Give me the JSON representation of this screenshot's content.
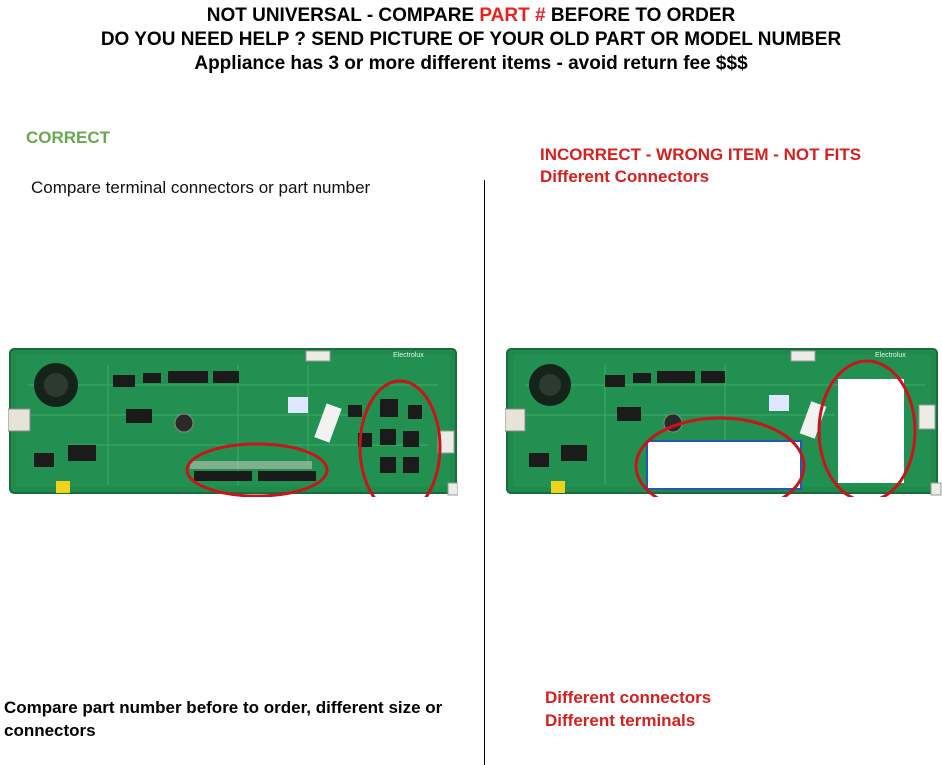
{
  "header": {
    "line1_pre": "NOT UNIVERSAL - COMPARE ",
    "line1_red": "PART #",
    "line1_post": " BEFORE TO ORDER",
    "line2": "DO YOU NEED HELP ? SEND PICTURE OF YOUR OLD PART OR MODEL NUMBER",
    "line3": "Appliance has 3 or more different items  - avoid return fee $$$"
  },
  "left": {
    "label": "CORRECT",
    "instruction": "Compare terminal connectors or part number",
    "bottom_note": "Compare part number before to order, different size or connectors"
  },
  "right": {
    "label_line1": "INCORRECT - WRONG ITEM - NOT FITS",
    "label_line2": "Different Connectors",
    "bottom_line1": "Different connectors",
    "bottom_line2": "Different terminals"
  },
  "board": {
    "brand": "Electrolux"
  },
  "colors": {
    "green_label": "#6aa84f",
    "red_label": "#d71f1f",
    "pcb_green": "#1f8a4c",
    "circle_red": "#c8141a",
    "box_blue": "#2456b8"
  }
}
